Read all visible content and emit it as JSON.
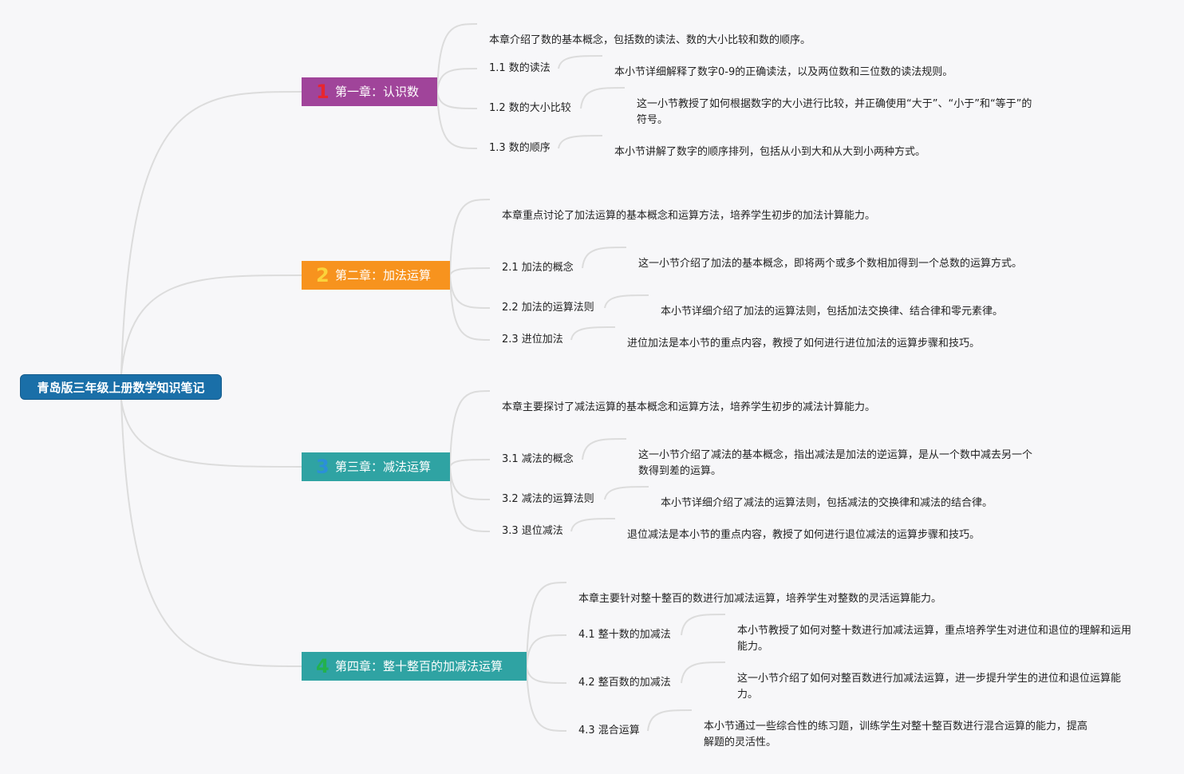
{
  "colors": {
    "link": "#dcdcdc",
    "root_bg": "#1a6fa8",
    "chapter1_bg": "#a0449a",
    "chapter2_bg": "#f7931e",
    "chapter3_bg": "#2fa3a3",
    "chapter4_bg": "#2fa3a3",
    "num1": "#e8262f",
    "num2": "#fbd33b",
    "num3": "#2b8fd9",
    "num4": "#23b14d"
  },
  "root": {
    "title": "青岛版三年级上册数学知识笔记"
  },
  "chapters": [
    {
      "num": "1",
      "title": "第一章：认识数",
      "summary": "本章介绍了数的基本概念，包括数的读法、数的大小比较和数的顺序。",
      "sections": [
        {
          "title": "1.1 数的读法",
          "desc": "本小节详细解释了数字0-9的正确读法，以及两位数和三位数的读法规则。"
        },
        {
          "title": "1.2 数的大小比较",
          "desc": "这一小节教授了如何根据数字的大小进行比较，并正确使用“大于”、“小于”和“等于”的符号。"
        },
        {
          "title": "1.3 数的顺序",
          "desc": "本小节讲解了数字的顺序排列，包括从小到大和从大到小两种方式。"
        }
      ]
    },
    {
      "num": "2",
      "title": "第二章：加法运算",
      "summary": "本章重点讨论了加法运算的基本概念和运算方法，培养学生初步的加法计算能力。",
      "sections": [
        {
          "title": "2.1 加法的概念",
          "desc": "这一小节介绍了加法的基本概念，即将两个或多个数相加得到一个总数的运算方式。"
        },
        {
          "title": "2.2 加法的运算法则",
          "desc": "本小节详细介绍了加法的运算法则，包括加法交换律、结合律和零元素律。"
        },
        {
          "title": "2.3 进位加法",
          "desc": "进位加法是本小节的重点内容，教授了如何进行进位加法的运算步骤和技巧。"
        }
      ]
    },
    {
      "num": "3",
      "title": "第三章：减法运算",
      "summary": "本章主要探讨了减法运算的基本概念和运算方法，培养学生初步的减法计算能力。",
      "sections": [
        {
          "title": "3.1 减法的概念",
          "desc": "这一小节介绍了减法的基本概念，指出减法是加法的逆运算，是从一个数中减去另一个数得到差的运算。"
        },
        {
          "title": "3.2 减法的运算法则",
          "desc": "本小节详细介绍了减法的运算法则，包括减法的交换律和减法的结合律。"
        },
        {
          "title": "3.3 退位减法",
          "desc": "退位减法是本小节的重点内容，教授了如何进行退位减法的运算步骤和技巧。"
        }
      ]
    },
    {
      "num": "4",
      "title": "第四章：整十整百的加减法运算",
      "summary": "本章主要针对整十整百的数进行加减法运算，培养学生对整数的灵活运算能力。",
      "sections": [
        {
          "title": "4.1 整十数的加减法",
          "desc": "本小节教授了如何对整十数进行加减法运算，重点培养学生对进位和退位的理解和运用能力。"
        },
        {
          "title": "4.2 整百数的加减法",
          "desc": "这一小节介绍了如何对整百数进行加减法运算，进一步提升学生的进位和退位运算能力。"
        },
        {
          "title": "4.3 混合运算",
          "desc": "本小节通过一些综合性的练习题，训练学生对整十整百数进行混合运算的能力，提高解题的灵活性。"
        }
      ]
    }
  ]
}
